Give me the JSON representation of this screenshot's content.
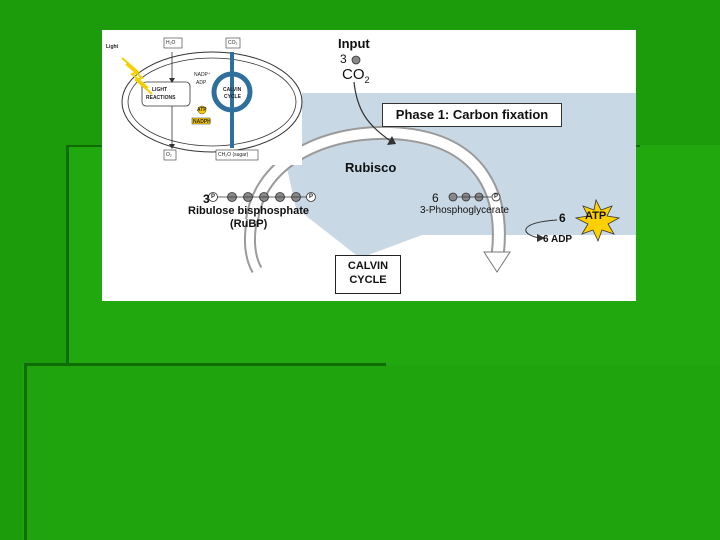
{
  "diagram": {
    "inset": {
      "light": "Light",
      "h2o": "H₂O",
      "co2": "CO₂",
      "light_reactions_line1": "LIGHT",
      "light_reactions_line2": "REACTIONS",
      "calvin_line1": "CALVIN",
      "calvin_line2": "CYCLE",
      "nadph": "NADPH",
      "atp": "ATP",
      "adp": "ADP",
      "nadp": "NADP⁺",
      "o2": "O₂",
      "sugar": "CH₂O (sugar)"
    },
    "input_label": "Input",
    "input_count": "3",
    "co2_main": "CO",
    "co2_sub": "2",
    "phase_title": "Phase 1: Carbon fixation",
    "rubisco": "Rubisco",
    "rubp_count": "3",
    "rubp_name": "Ribulose bisphosphate",
    "rubp_abbr": "(RuBP)",
    "pga_count": "6",
    "pga_name": "3-Phosphoglycerate",
    "atp_count": "6",
    "atp_label": "ATP",
    "adp_label": "6 ADP",
    "cycle_line1": "CALVIN",
    "cycle_line2": "CYCLE",
    "phosphate_symbol": "P"
  },
  "colors": {
    "slide_green": "#1c9c0b",
    "wedge": "#c8d8e4",
    "calvin_blue": "#2f6f9c",
    "atp_yellow": "#ffd000"
  }
}
